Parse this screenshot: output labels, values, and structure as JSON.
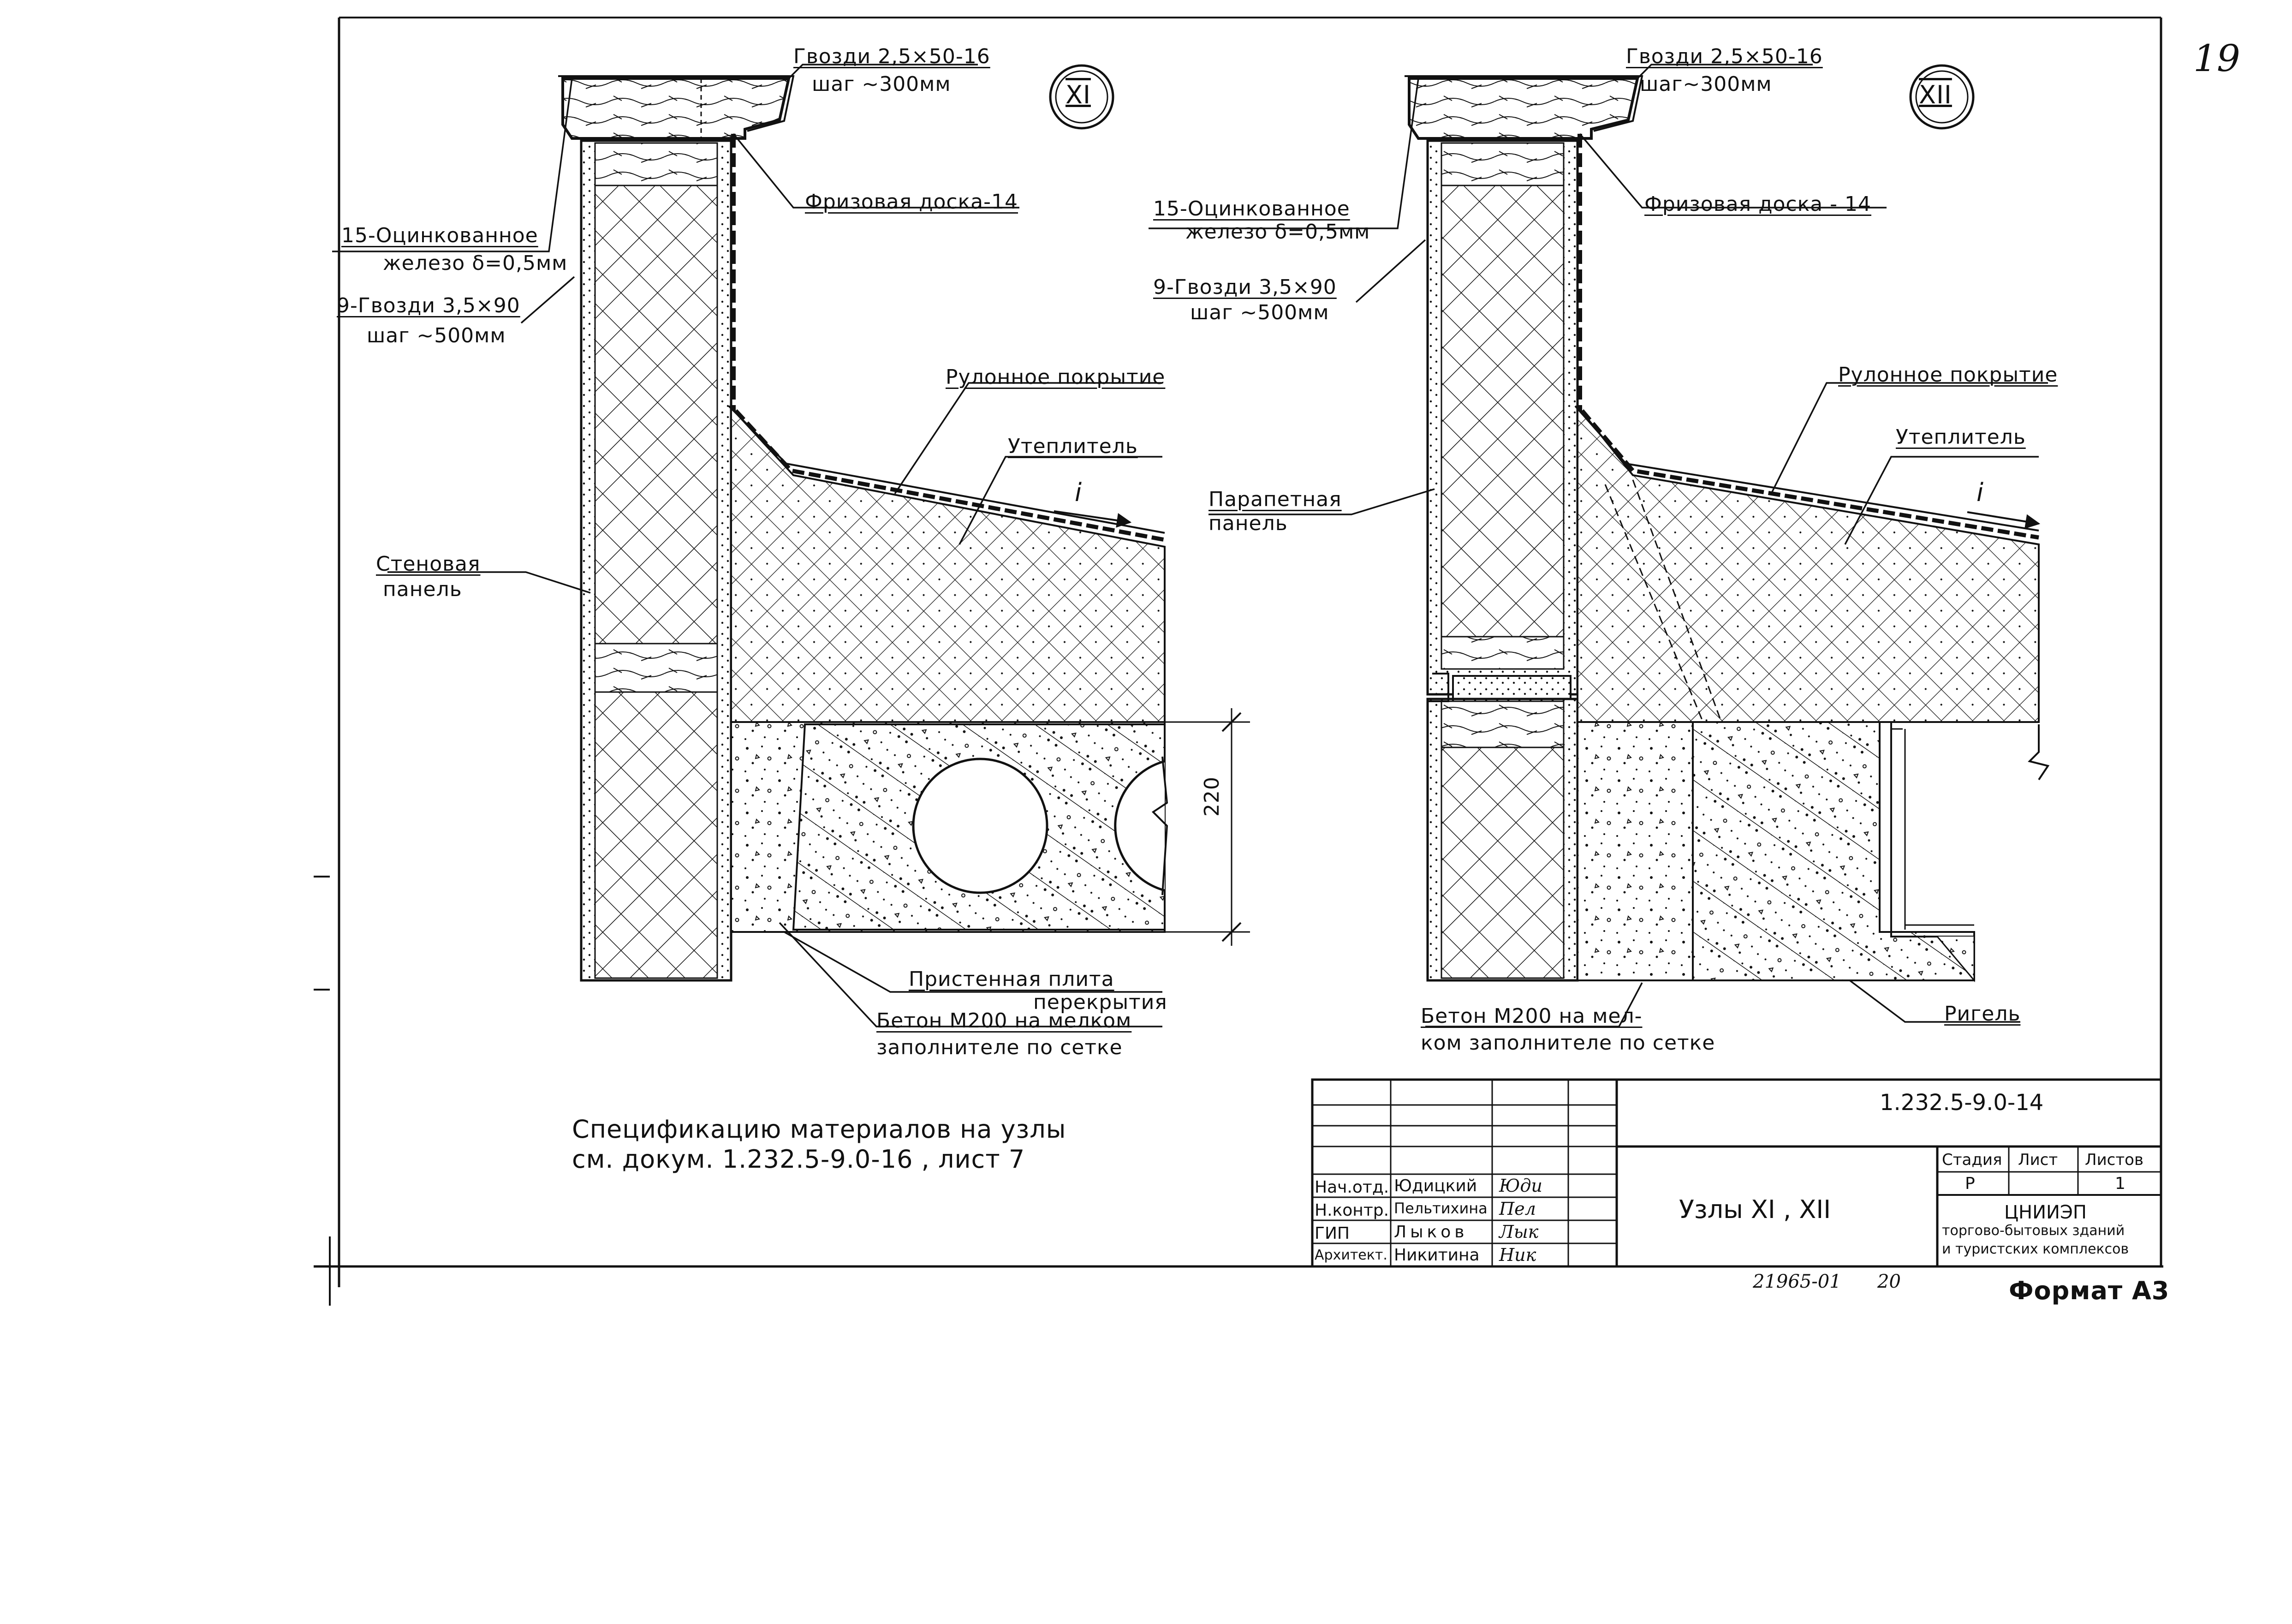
{
  "page_number": "19",
  "node_xi": {
    "mark": "XI",
    "nails_top": "Гвозди 2,5×50-16",
    "nails_top_step": "шаг ~300мм",
    "frieze_board": "Фризовая доска-14",
    "galv_iron_1": "15-Оцинкованное",
    "galv_iron_2": "железо δ=0,5мм",
    "nails_side": "9-Гвозди 3,5×90",
    "nails_side_step": "шаг ~500мм",
    "roll_cover": "Рулонное покрытие",
    "insulation": "Утеплитель",
    "slope": "i",
    "wall_panel_1": "Стеновая",
    "wall_panel_2": "панель",
    "dimension": "220",
    "slab_1": "Пристенная плита",
    "slab_2": "перекрытия",
    "concrete_1": "Бетон М200 на мелком",
    "concrete_2": "заполнителе по сетке"
  },
  "node_xii": {
    "mark": "XII",
    "nails_top": "Гвозди 2,5×50-16",
    "nails_top_step": "шаг~300мм",
    "frieze_board": "Фризовая доска - 14",
    "galv_iron_1": "15-Оцинкованное",
    "galv_iron_2": "железо δ=0,5мм",
    "nails_side": "9-Гвозди 3,5×90",
    "nails_side_step": "шаг ~500мм",
    "roll_cover": "Рулонное покрытие",
    "insulation": "Утеплитель",
    "slope": "i",
    "parapet_1": "Парапетная",
    "parapet_2": "панель",
    "concrete_1": "Бетон М200 на мел-",
    "concrete_2": "ком заполнителе по сетке",
    "girder": "Ригель"
  },
  "spec_note_1": "Спецификацию материалов на узлы",
  "spec_note_2": "см. докум. 1.232.5-9.0-16 , лист 7",
  "title_block": {
    "doc_code": "1.232.5-9.0-14",
    "title": "Узлы XI , XII",
    "stage_header": "Стадия",
    "sheet_header": "Лист",
    "sheets_header": "Листов",
    "stage": "Р",
    "sheets": "1",
    "org_1": "ЦНИИЭП",
    "org_2": "торгово-бытовых зданий",
    "org_3": "и туристских комплексов",
    "signers": [
      {
        "role": "Нач.отд.",
        "name": "Юдицкий",
        "sign": "Юди"
      },
      {
        "role": "Н.контр.",
        "name": "Пельтихина",
        "sign": "Пел"
      },
      {
        "role": "ГИП",
        "name": "Лыков",
        "sign": "Лык"
      },
      {
        "role": "Архитект.",
        "name": "Никитина",
        "sign": "Ник"
      }
    ]
  },
  "inventory_no": "21965-01",
  "inventory_sheet": "20",
  "format": "Формат А3"
}
